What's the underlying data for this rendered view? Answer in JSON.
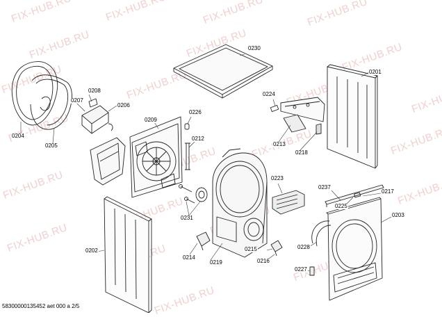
{
  "diagram": {
    "watermark": "FIX-HUB.RU",
    "footer": "58300000135452 aet 000 a 2/5",
    "labels": {
      "p0230": "0230",
      "p0201": "0201",
      "p0224": "0224",
      "p0213": "0213",
      "p0218": "0218",
      "p0226": "0226",
      "p0209": "0209",
      "p0212": "0212",
      "p0208": "0208",
      "p0207": "0207",
      "p0206": "0206",
      "p0204": "0204",
      "p0205": "0205",
      "p0223": "0223",
      "p0237": "0237",
      "p0217": "0217",
      "p0225": "0225",
      "p0203": "0203",
      "p0231": "0231",
      "p0202": "0202",
      "p0214": "0214",
      "p0219": "0219",
      "p0215": "0215",
      "p0216": "0216",
      "p0228": "0228",
      "p0227": "0227"
    }
  }
}
